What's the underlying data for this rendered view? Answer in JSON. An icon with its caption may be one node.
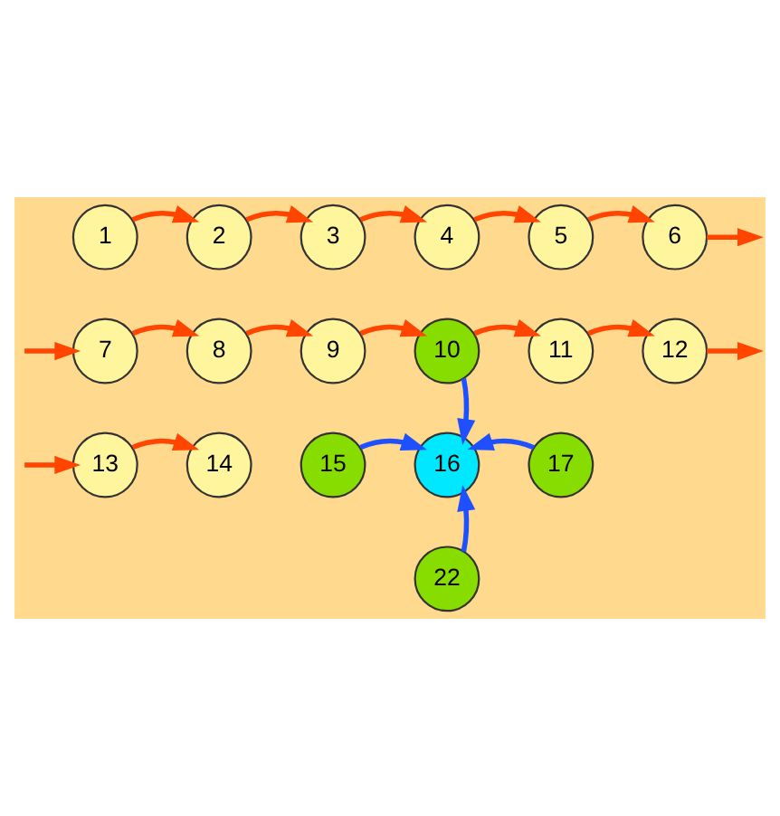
{
  "diagram": {
    "nodes": [
      {
        "text": [
          "1"
        ]
      },
      {
        "text": [
          "2"
        ]
      },
      {
        "text": [
          "3"
        ]
      },
      {
        "text": [
          "4"
        ]
      },
      {
        "text": [
          "5"
        ]
      },
      {
        "text": [
          "6"
        ]
      },
      {
        "text": [
          "7"
        ]
      },
      {
        "text": [
          "8"
        ]
      },
      {
        "text": [
          "9"
        ]
      },
      {
        "text": [
          "10"
        ]
      },
      {
        "text": [
          "11"
        ]
      },
      {
        "text": [
          "12"
        ]
      },
      {
        "text": [
          "13"
        ]
      },
      {
        "text": [
          "14"
        ]
      },
      {
        "text": [
          "15"
        ]
      },
      {
        "text": [
          "16"
        ]
      },
      {
        "text": [
          "17"
        ]
      },
      {
        "text": [
          "22"
        ]
      }
    ],
    "edges": [
      {
        "from": 0,
        "to": 1,
        "arrow": "to"
      },
      {
        "from": 1,
        "to": 2,
        "arrow": "to"
      },
      {
        "from": 2,
        "to": 3,
        "arrow": "to"
      },
      {
        "from": 3,
        "to": 4,
        "arrow": "to"
      },
      {
        "from": 4,
        "to": 5,
        "arrow": "to"
      },
      {
        "from": 5,
        "to": null,
        "arrow": "to"
      },
      {
        "from": null,
        "to": 6,
        "arrow": "to"
      },
      {
        "from": 6,
        "to": 7,
        "arrow": "to"
      },
      {
        "from": 7,
        "to": 8,
        "arrow": "to"
      },
      {
        "from": 8,
        "to": 9,
        "arrow": "to"
      },
      {
        "from": 9,
        "to": 10,
        "arrow": "to"
      },
      {
        "from": 10,
        "to": 11,
        "arrow": "to"
      },
      {
        "from": 11,
        "to": null,
        "arrow": "to"
      },
      {
        "from": null,
        "to": 12,
        "arrow": "to"
      },
      {
        "from": 12,
        "to": 13,
        "arrow": "to"
      },
      {
        "from": 9,
        "to": 15,
        "arrow": "to",
        "color": "#1e50ff"
      },
      {
        "from": 14,
        "to": 15,
        "arrow": "to",
        "color": "#1e50ff"
      },
      {
        "from": 16,
        "to": 15,
        "arrow": "to",
        "color": "#1e50ff"
      },
      {
        "from": 17,
        "to": 15,
        "arrow": "to",
        "color": "#1e50ff"
      }
    ]
  }
}
